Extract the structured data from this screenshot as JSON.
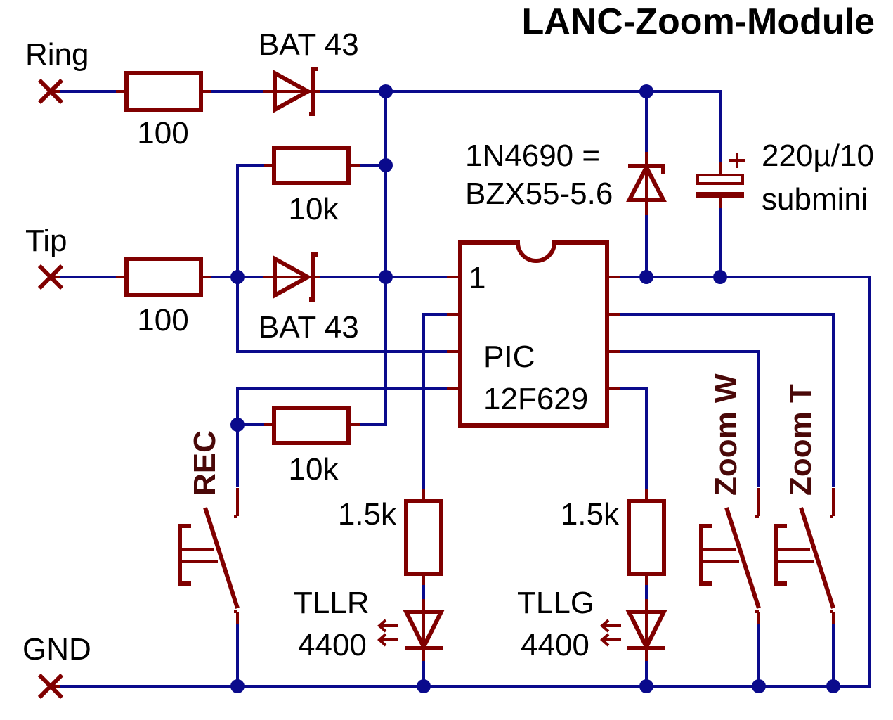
{
  "title": "LANC-Zoom-Module",
  "colors": {
    "wire": "#0a0a8c",
    "component": "#800000",
    "switch_label": "#4a0808",
    "text": "#000000"
  },
  "connectors": [
    {
      "id": "ring",
      "label": "Ring"
    },
    {
      "id": "tip",
      "label": "Tip"
    },
    {
      "id": "gnd",
      "label": "GND"
    }
  ],
  "components": {
    "r_ring": {
      "type": "resistor",
      "value": "100"
    },
    "d_ring": {
      "type": "schottky-diode",
      "value": "BAT 43"
    },
    "r_pullup_top": {
      "type": "resistor",
      "value": "10k"
    },
    "r_tip": {
      "type": "resistor",
      "value": "100"
    },
    "d_tip": {
      "type": "schottky-diode",
      "value": "BAT 43"
    },
    "zener": {
      "type": "zener-diode",
      "value_line1": "1N4690 =",
      "value_line2": "BZX55-5.6"
    },
    "cap": {
      "type": "electrolytic-capacitor",
      "value_line1": "220µ/10",
      "value_line2": "submini",
      "polarity": "+"
    },
    "ic": {
      "type": "ic",
      "name_line1": "PIC",
      "name_line2": "12F629",
      "pin1": "1"
    },
    "r_pullup_rec": {
      "type": "resistor",
      "value": "10k"
    },
    "r_led_red": {
      "type": "resistor",
      "value": "1.5k"
    },
    "r_led_green": {
      "type": "resistor",
      "value": "1.5k"
    },
    "led_red": {
      "type": "led",
      "value_line1": "TLLR",
      "value_line2": "4400"
    },
    "led_green": {
      "type": "led",
      "value_line1": "TLLG",
      "value_line2": "4400"
    },
    "sw_rec": {
      "type": "pushbutton",
      "label": "REC"
    },
    "sw_zoom_w": {
      "type": "pushbutton",
      "label": "Zoom W"
    },
    "sw_zoom_t": {
      "type": "pushbutton",
      "label": "Zoom T"
    }
  }
}
